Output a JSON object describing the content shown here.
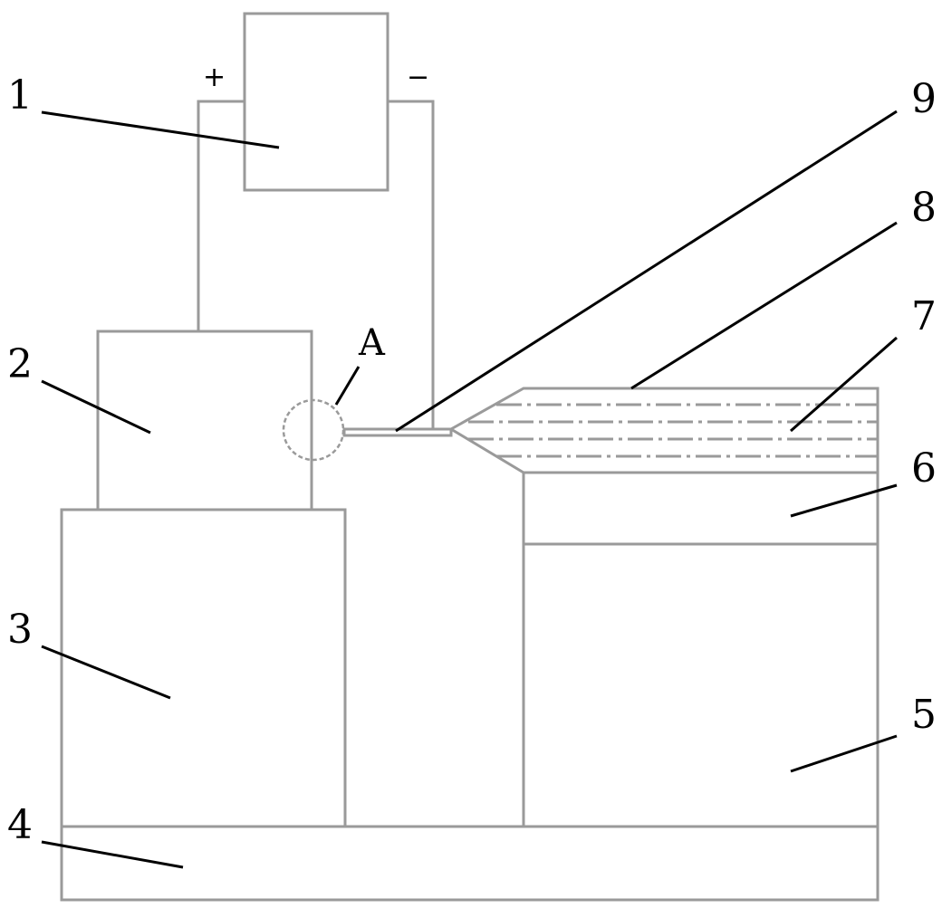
{
  "power_supply": {
    "positive_sign": "+",
    "negative_sign": "−"
  },
  "detail_marker": {
    "label": "A"
  },
  "callouts": [
    {
      "id": "1",
      "label": "1"
    },
    {
      "id": "2",
      "label": "2"
    },
    {
      "id": "3",
      "label": "3"
    },
    {
      "id": "4",
      "label": "4"
    },
    {
      "id": "5",
      "label": "5"
    },
    {
      "id": "6",
      "label": "6"
    },
    {
      "id": "7",
      "label": "7"
    },
    {
      "id": "8",
      "label": "8"
    },
    {
      "id": "9",
      "label": "9"
    }
  ],
  "colors": {
    "outline": "#9a9a9a",
    "leader": "#000000",
    "background": "#ffffff"
  }
}
